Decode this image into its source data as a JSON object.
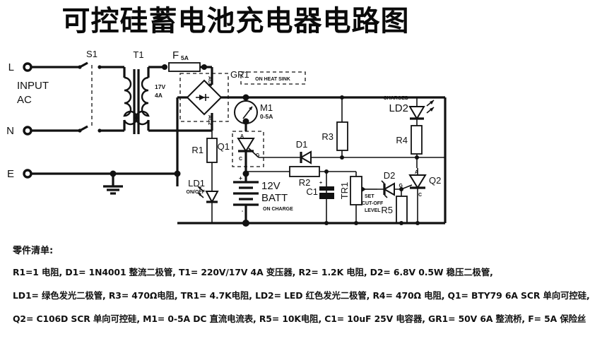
{
  "title": "可控硅蓄电池充电器电路图",
  "schematic": {
    "terminals": {
      "line": "L",
      "neutral": "N",
      "earth": "E",
      "input_label_1": "INPUT",
      "input_label_2": "AC"
    },
    "components": {
      "s1": "S1",
      "t1": "T1",
      "t1_spec_1": "17V",
      "t1_spec_2": "4A",
      "fuse": "F",
      "fuse_rating": "5A",
      "gr1": "GR1",
      "gr1_ac1": "AC1",
      "gr1_ac2": "AC2",
      "heat_sink_note": "ON HEAT SINK",
      "m1": "M1",
      "m1_range": "0-5A",
      "q1": "Q1",
      "q1_anode": "A",
      "q1_cathode": "C",
      "q1_gate": "G",
      "r1": "R1",
      "r2": "R2",
      "r3": "R3",
      "r4": "R4",
      "r5": "R5",
      "d1": "D1",
      "d2": "D2",
      "c1": "C1",
      "tr1": "TR1",
      "tr1_note_1": "SET",
      "tr1_note_2": "CUT-OFF",
      "tr1_note_3": "LEVEL",
      "ld1": "LD1",
      "ld1_note": "ON/OFF",
      "ld2": "LD2",
      "ld2_note": "CHARGED",
      "q2": "Q2",
      "q2_anode": "A",
      "q2_cathode": "C",
      "q2_gate": "G",
      "battery_voltage": "12V",
      "battery_label": "BATT",
      "battery_note": "ON CHARGE",
      "battery_plus": "+",
      "battery_minus": "-",
      "c1_plus": "+"
    }
  },
  "parts_list": {
    "heading": "零件清单:",
    "line1": "R1=1 电阻,  D1= 1N4001 整流二极管,  T1= 220V/17V 4A  变压器,  R2= 1.2K 电阻,  D2= 6.8V 0.5W  稳压二极管,",
    "line2": "LD1= 绿色发光二极管,  R3= 470Ω电阻,  TR1= 4.7K电阻,  LD2= LED 红色发光二极管,  R4= 470Ω 电阻,  Q1= BTY79 6A SCR 单向可控硅,",
    "line3": "Q2= C106D SCR 单向可控硅,  M1= 0-5A DC 直流电流表,  R5= 10K电阻,  C1= 10uF 25V 电容器,  GR1= 50V 6A 整流桥,  F= 5A  保险丝"
  }
}
